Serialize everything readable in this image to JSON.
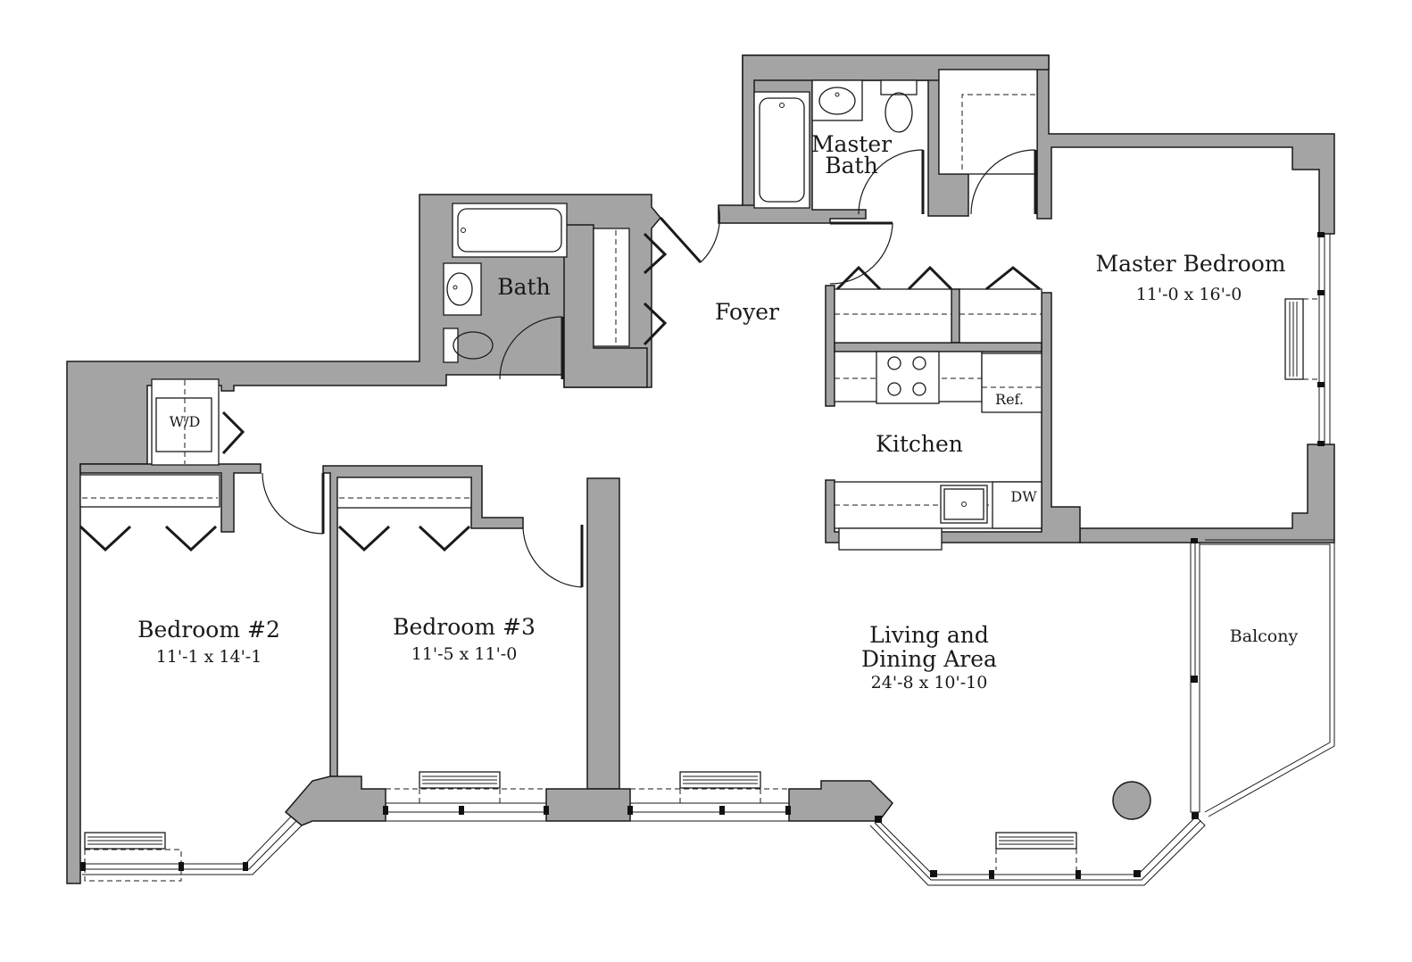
{
  "rooms": {
    "master_bath": {
      "name_line1": "Master",
      "name_line2": "Bath"
    },
    "bath": {
      "name": "Bath"
    },
    "foyer": {
      "name": "Foyer"
    },
    "master_bedroom": {
      "name": "Master Bedroom",
      "dimensions": "11'-0 x 16'-0"
    },
    "kitchen": {
      "name": "Kitchen"
    },
    "bedroom2": {
      "name": "Bedroom #2",
      "dimensions": "11'-1 x 14'-1"
    },
    "bedroom3": {
      "name": "Bedroom #3",
      "dimensions": "11'-5 x 11'-0"
    },
    "living": {
      "name_line1": "Living and",
      "name_line2": "Dining Area",
      "dimensions": "24'-8 x 10'-10"
    },
    "balcony": {
      "name": "Balcony"
    }
  },
  "appliances": {
    "washer_dryer": "W/D",
    "refrigerator": "Ref.",
    "dishwasher": "DW"
  }
}
